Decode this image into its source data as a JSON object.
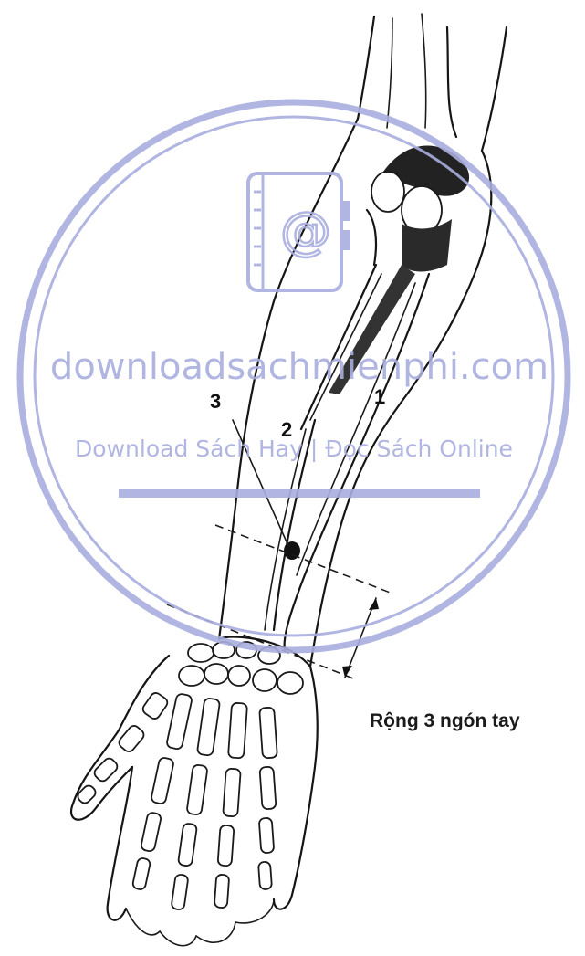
{
  "labels": {
    "bone_1": "1",
    "bone_2": "2",
    "bone_3": "3"
  },
  "caption": "Rộng 3 ngón tay",
  "watermark": {
    "site": "downloadsachmienphi.com",
    "tagline": "Download Sách Hay | Đọc Sách Online",
    "color": "#a9aede",
    "icon": "notebook-at-icon"
  }
}
